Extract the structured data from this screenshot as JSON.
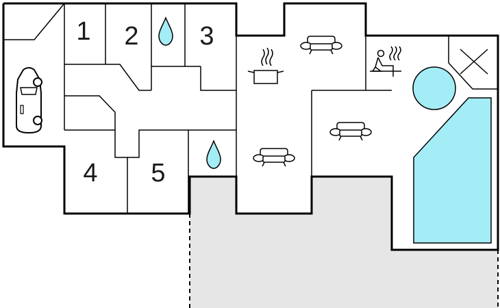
{
  "floor_plan": {
    "rooms": [
      {
        "label": "1"
      },
      {
        "label": "2"
      },
      {
        "label": "3"
      },
      {
        "label": "4"
      },
      {
        "label": "5"
      }
    ],
    "icons": {
      "car": "car-icon",
      "bathroom": "water-drop-icon",
      "kitchen": "cooking-pot-icon",
      "living": "sofa-icon",
      "sauna": "sauna-icon",
      "technical": "x-box-icon",
      "pool": "pool-icon",
      "hot_tub": "hot-tub-icon"
    },
    "colors": {
      "wall": "#000000",
      "water": "#a4ecf6",
      "terrace": "#e6e6e6"
    }
  }
}
